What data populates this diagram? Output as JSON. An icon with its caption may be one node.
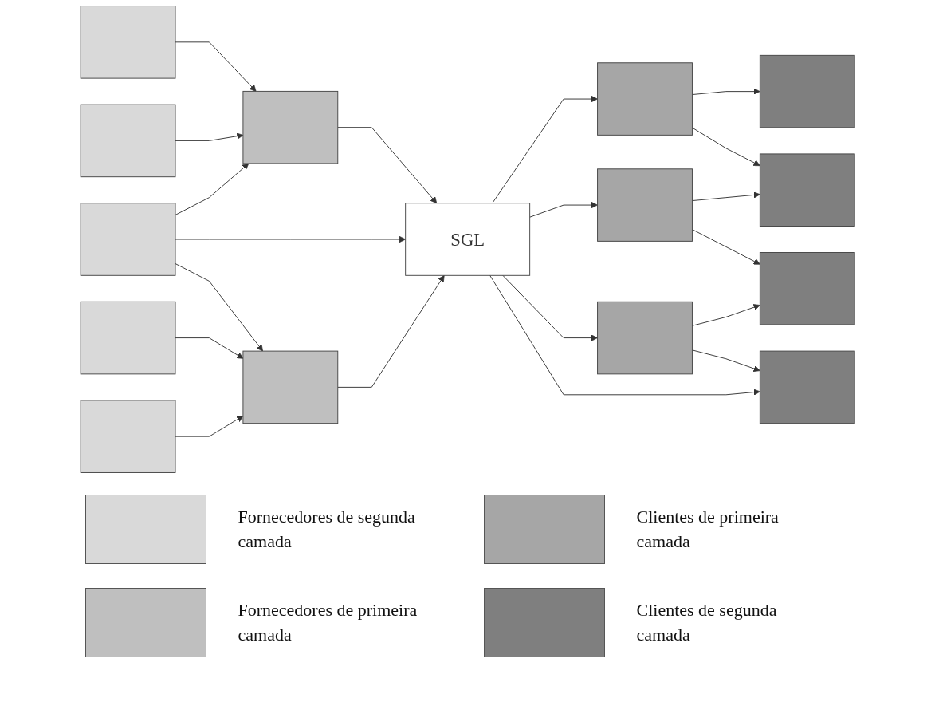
{
  "diagram": {
    "nodes": [
      {
        "text": [],
        "shape": "box"
      },
      {
        "text": [],
        "shape": "box"
      },
      {
        "text": [],
        "shape": "box"
      },
      {
        "text": [],
        "shape": "box"
      },
      {
        "text": [],
        "shape": "box"
      },
      {
        "text": [],
        "shape": "box"
      },
      {
        "text": [],
        "shape": "box"
      },
      {
        "text": [
          "SGL"
        ]
      },
      {
        "text": [],
        "shape": "box"
      },
      {
        "text": [],
        "shape": "box"
      },
      {
        "text": [],
        "shape": "box"
      },
      {
        "text": [],
        "shape": "box"
      },
      {
        "text": [],
        "shape": "box"
      },
      {
        "text": [],
        "shape": "box"
      },
      {
        "text": [],
        "shape": "box"
      }
    ],
    "edges": [
      {
        "from": 0,
        "to": 5,
        "arrow": "to"
      },
      {
        "from": 1,
        "to": 5,
        "arrow": "to"
      },
      {
        "from": 2,
        "to": 5,
        "arrow": "to"
      },
      {
        "from": 2,
        "to": 7,
        "arrow": "to"
      },
      {
        "from": 2,
        "to": 6,
        "arrow": "to"
      },
      {
        "from": 3,
        "to": 6,
        "arrow": "to"
      },
      {
        "from": 4,
        "to": 6,
        "arrow": "to"
      },
      {
        "from": 5,
        "to": 7,
        "arrow": "to"
      },
      {
        "from": 6,
        "to": 7,
        "arrow": "to"
      },
      {
        "from": 7,
        "to": 8,
        "arrow": "to"
      },
      {
        "from": 7,
        "to": 9,
        "arrow": "to"
      },
      {
        "from": 7,
        "to": 10,
        "arrow": "to"
      },
      {
        "from": 7,
        "to": 14,
        "arrow": "to"
      },
      {
        "from": 8,
        "to": 11,
        "arrow": "to"
      },
      {
        "from": 8,
        "to": 12,
        "arrow": "to"
      },
      {
        "from": 9,
        "to": 12,
        "arrow": "to"
      },
      {
        "from": 9,
        "to": 13,
        "arrow": "to"
      },
      {
        "from": 10,
        "to": 13,
        "arrow": "to"
      },
      {
        "from": 10,
        "to": 14,
        "arrow": "to"
      }
    ],
    "legend": [
      {
        "text": "Fornecedores de segunda camada",
        "color": "#d9d9d9"
      },
      {
        "text": "Clientes de primeira camada",
        "color": "#a6a6a6"
      },
      {
        "text": "Fornecedores de primeira camada",
        "color": "#bfbfbf"
      },
      {
        "text": "Clientes de segunda camada",
        "color": "#7f7f7f"
      }
    ]
  }
}
